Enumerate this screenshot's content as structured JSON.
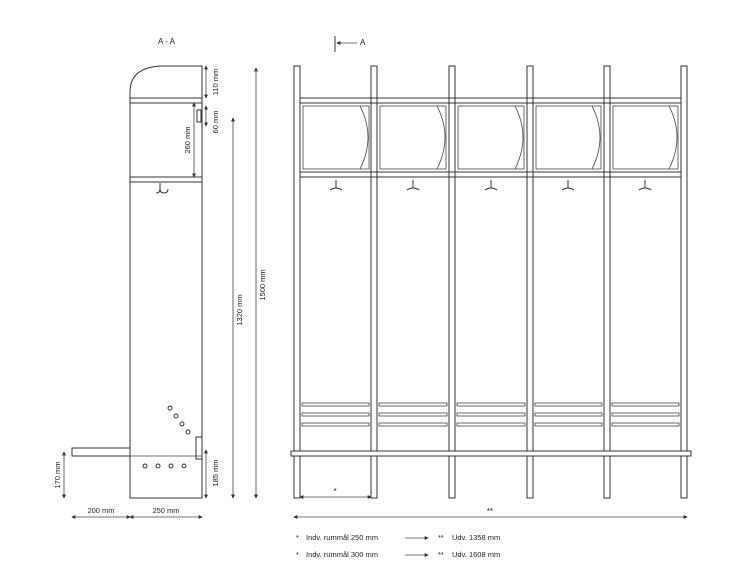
{
  "side_view": {
    "section_title": "A - A",
    "dim_110": "110 mm",
    "dim_60": "60 mm",
    "dim_260": "260 mm",
    "dim_1320": "1320 mm",
    "dim_1500": "1500 mm",
    "dim_170": "170 mm",
    "dim_185": "185 mm",
    "dim_200": "200 mm",
    "dim_250": "250 mm"
  },
  "front_view": {
    "section_marker": "A",
    "bay_width_marker": "*",
    "total_width_marker": "**",
    "bay_count": 5
  },
  "legend": [
    {
      "star": "*",
      "text": "Indv. rummål 250 mm",
      "dstar": "**",
      "result": "Udv. 1358 mm"
    },
    {
      "star": "*",
      "text": "Indv. rummål 300 mm",
      "dstar": "**",
      "result": "Udv. 1608 mm"
    }
  ]
}
